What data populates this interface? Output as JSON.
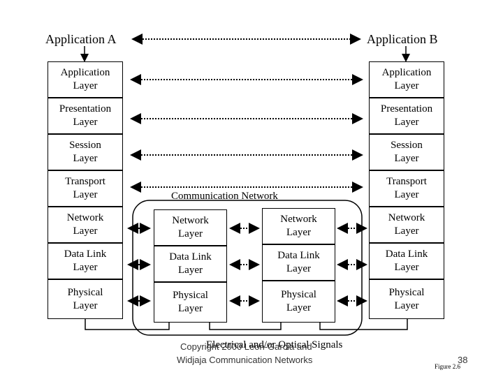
{
  "applications": {
    "a": "Application A",
    "b": "Application B"
  },
  "left_stack": [
    {
      "line1": "Application",
      "line2": "Layer"
    },
    {
      "line1": "Presentation",
      "line2": "Layer"
    },
    {
      "line1": "Session",
      "line2": "Layer"
    },
    {
      "line1": "Transport",
      "line2": "Layer"
    },
    {
      "line1": "Network",
      "line2": "Layer"
    },
    {
      "line1": "Data Link",
      "line2": "Layer"
    },
    {
      "line1": "Physical",
      "line2": "Layer"
    }
  ],
  "right_stack": [
    {
      "line1": "Application",
      "line2": "Layer"
    },
    {
      "line1": "Presentation",
      "line2": "Layer"
    },
    {
      "line1": "Session",
      "line2": "Layer"
    },
    {
      "line1": "Transport",
      "line2": "Layer"
    },
    {
      "line1": "Network",
      "line2": "Layer"
    },
    {
      "line1": "Data Link",
      "line2": "Layer"
    },
    {
      "line1": "Physical",
      "line2": "Layer"
    }
  ],
  "network_node_1": [
    {
      "line1": "Network",
      "line2": "Layer"
    },
    {
      "line1": "Data Link",
      "line2": "Layer"
    },
    {
      "line1": "Physical",
      "line2": "Layer"
    }
  ],
  "network_node_2": [
    {
      "line1": "Network",
      "line2": "Layer"
    },
    {
      "line1": "Data Link",
      "line2": "Layer"
    },
    {
      "line1": "Physical",
      "line2": "Layer"
    }
  ],
  "network_label": "Communication Network",
  "signals_label": "Electrical and/or Optical Signals",
  "copyright": {
    "line1": "Copyright 2000 Leon-Garcia and",
    "line2": "Widjaja Communication Networks"
  },
  "page_number": "38",
  "figure_label": "Figure 2.6"
}
